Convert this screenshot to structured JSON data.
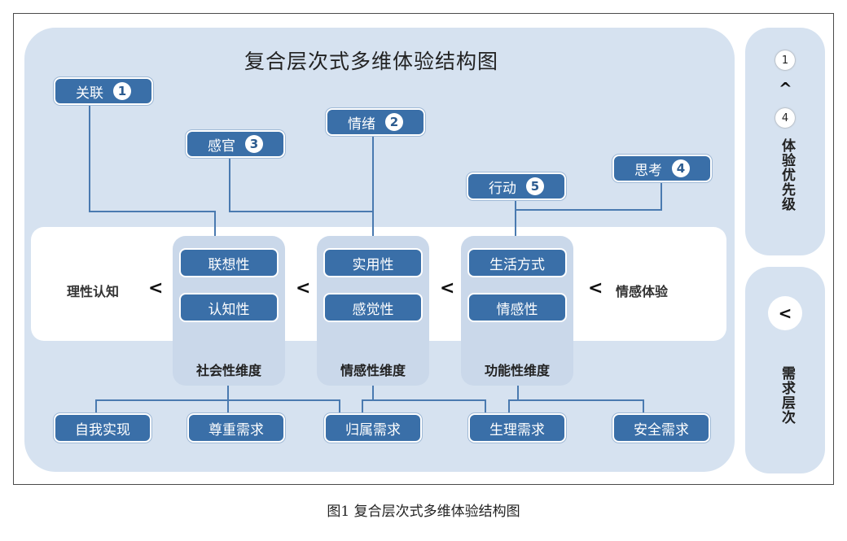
{
  "title": "复合层次式多维体验结构图",
  "caption": "图1 复合层次式多维体验结构图",
  "experience_nodes": [
    {
      "label": "关联",
      "num": "1"
    },
    {
      "label": "情绪",
      "num": "2"
    },
    {
      "label": "感官",
      "num": "3"
    },
    {
      "label": "思考",
      "num": "4"
    },
    {
      "label": "行动",
      "num": "5"
    }
  ],
  "band": {
    "left_label": "理性认知",
    "right_label": "情感体验",
    "chevron": "<"
  },
  "dimensions": [
    {
      "label": "社会性维度",
      "items": [
        "联想性",
        "认知性"
      ]
    },
    {
      "label": "情感性维度",
      "items": [
        "实用性",
        "感觉性"
      ]
    },
    {
      "label": "功能性维度",
      "items": [
        "生活方式",
        "情感性"
      ]
    }
  ],
  "needs": [
    "自我实现",
    "尊重需求",
    "归属需求",
    "生理需求",
    "安全需求"
  ],
  "side": {
    "top_num": "1",
    "bottom_num": "4",
    "arrow": "^",
    "priority_label": "体验优先级",
    "hierarchy_chevron": "<",
    "hierarchy_label": "需求层次"
  },
  "colors": {
    "panel": "#d6e2f0",
    "pill": "#3a6fa8",
    "column": "#cad8ea"
  }
}
